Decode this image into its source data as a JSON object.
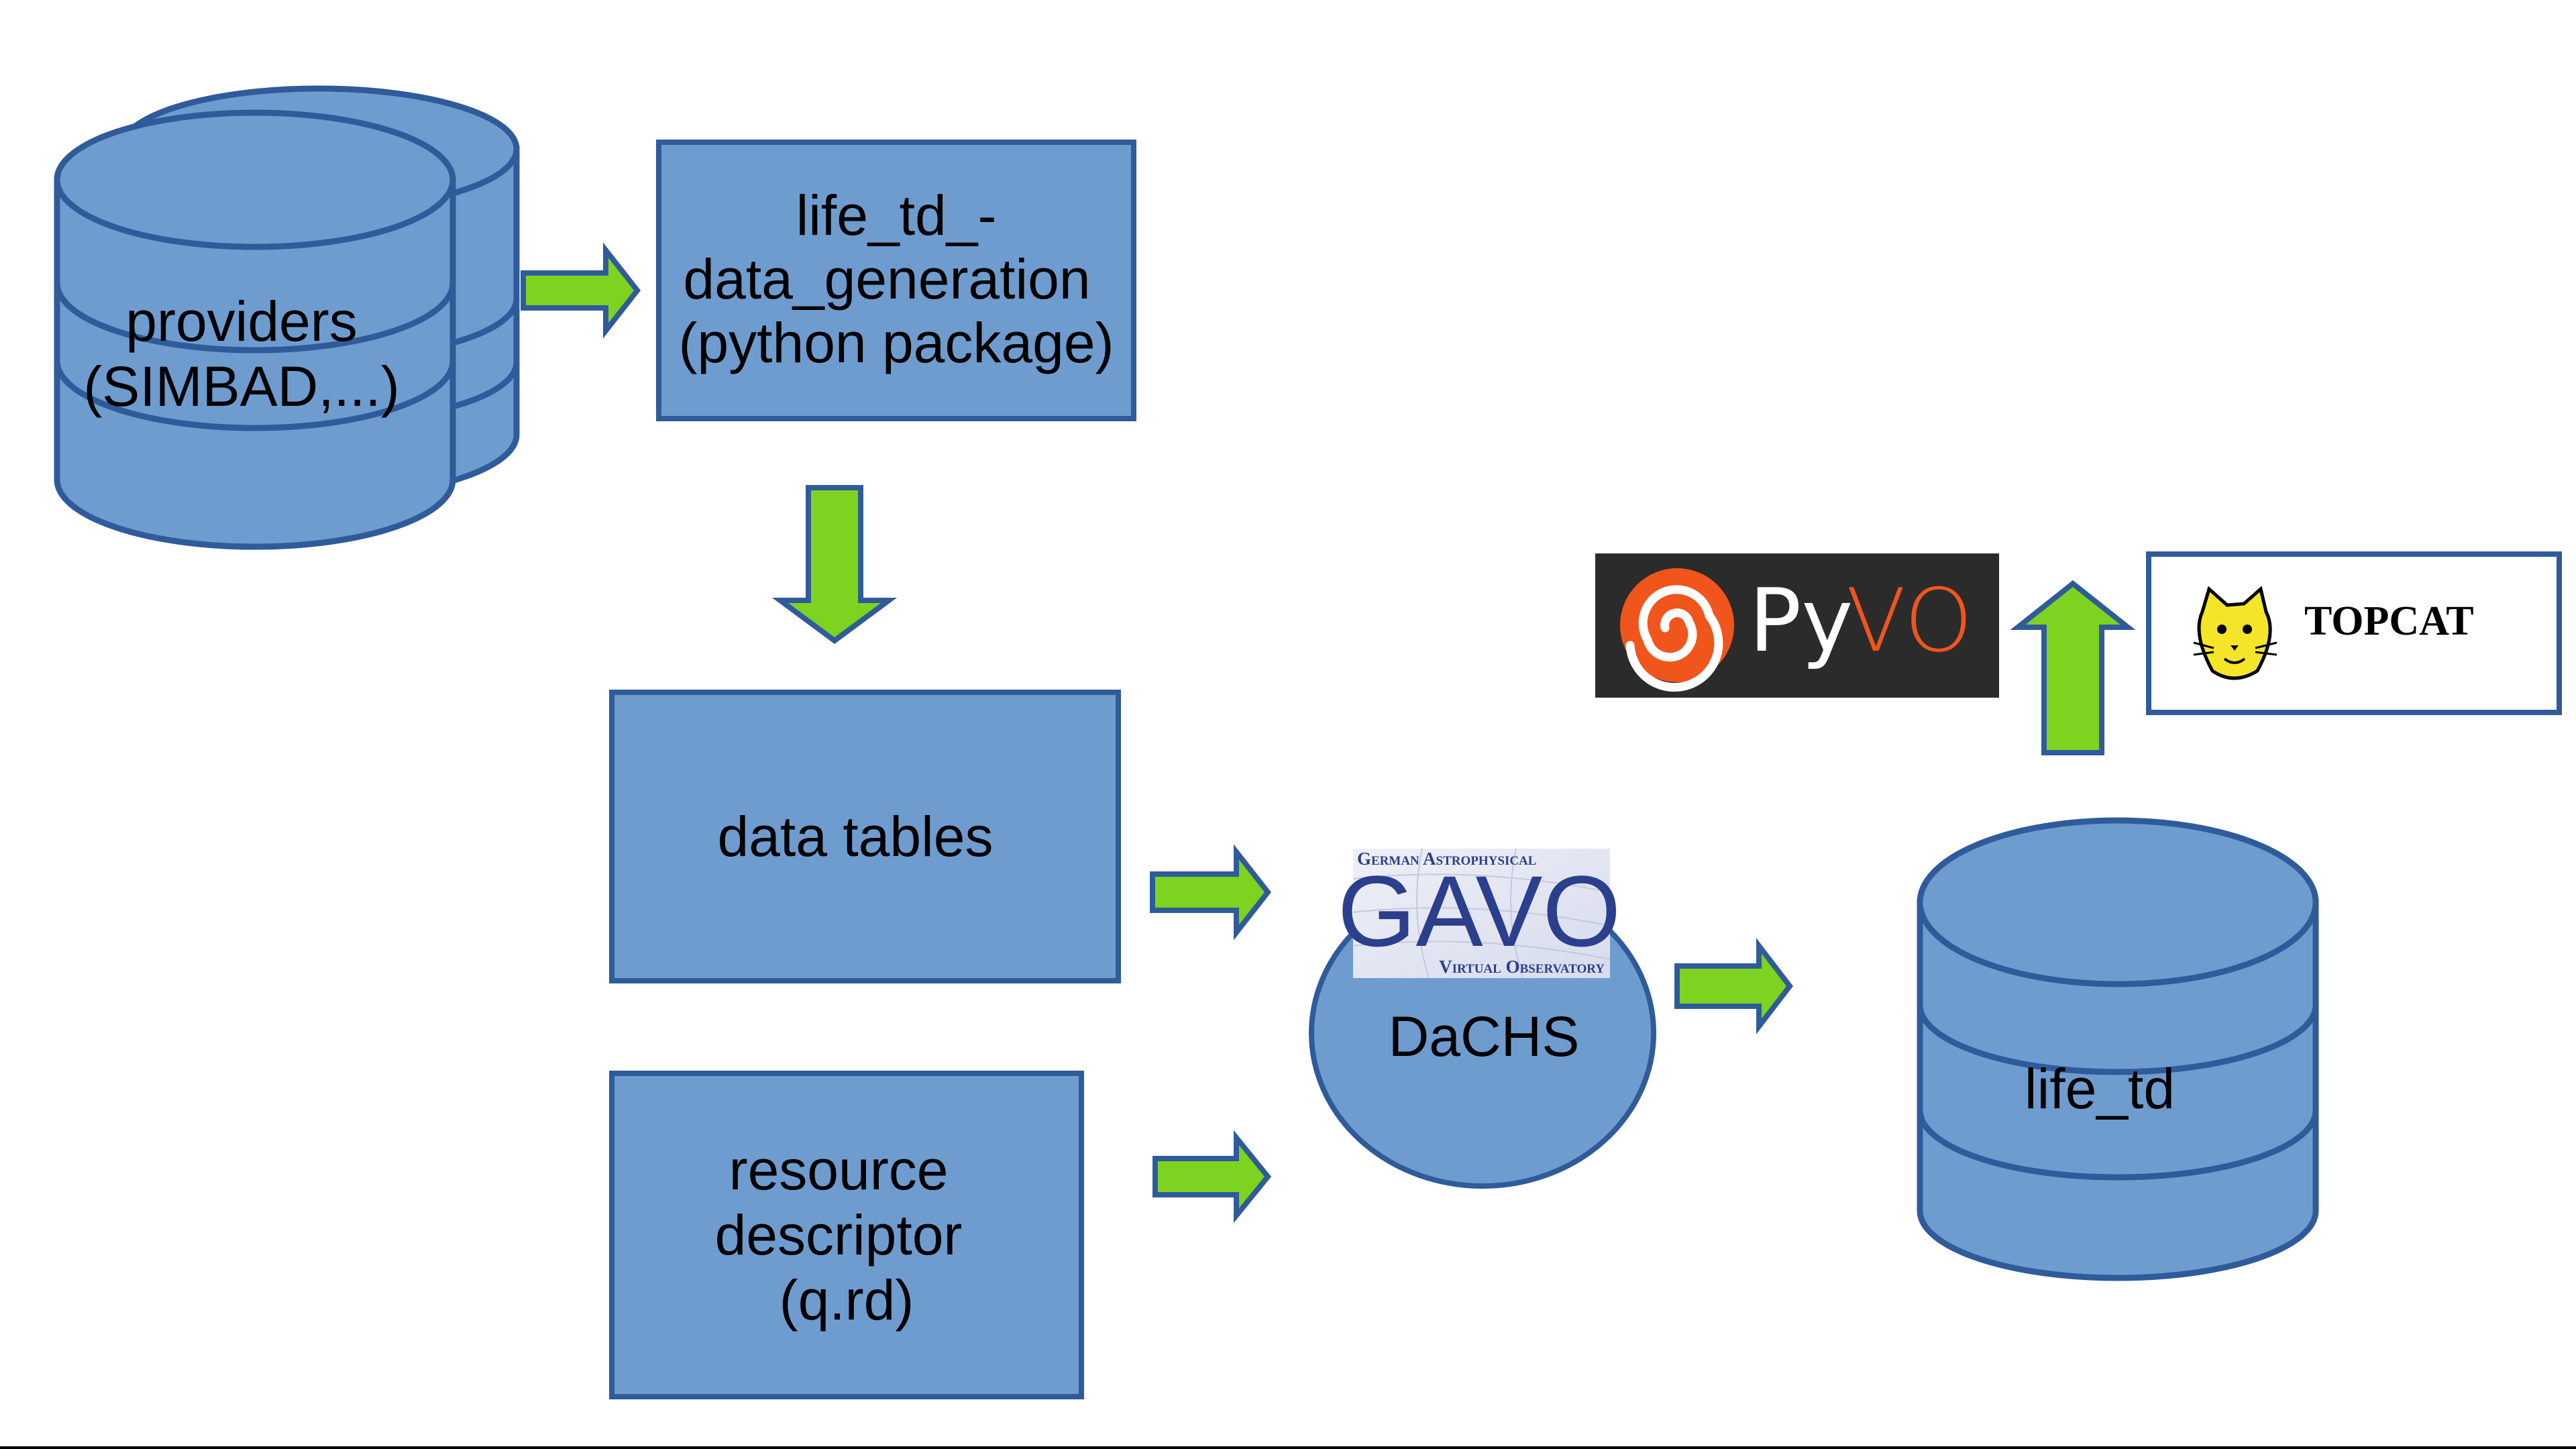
{
  "colors": {
    "shape_fill": "#6f9ccf",
    "shape_stroke": "#2f5b9a",
    "arrow_fill": "#7ed321",
    "arrow_stroke": "#2f5b9a",
    "text": "#000000",
    "pyvo_bg": "#2b2b2b",
    "pyvo_orange": "#f0551c",
    "topcat_yellow": "#f5e52a",
    "gavo_blue": "#2b3f8c"
  },
  "providers": {
    "line1": "providers",
    "line2": "(SIMBAD,...)",
    "icon": "stacked-database-icon"
  },
  "generator": {
    "line1": "life_td_-",
    "line2": "data_generation",
    "line3": "(python package)"
  },
  "data_tables": {
    "label": "data tables"
  },
  "resource_descriptor": {
    "line1": "resource",
    "line2": "descriptor",
    "line3": "(q.rd)"
  },
  "dachs": {
    "label": "DaCHS",
    "gavo": {
      "top": "German Astrophysical",
      "main": "GAVO",
      "bottom": "Virtual Observatory"
    }
  },
  "life_td": {
    "label": "life_td",
    "icon": "database-icon"
  },
  "pyvo": {
    "py": "Py",
    "vo": "VO",
    "icon": "pyvo-swirl-icon"
  },
  "topcat": {
    "label": "TOPCAT",
    "icon": "cat-icon"
  }
}
